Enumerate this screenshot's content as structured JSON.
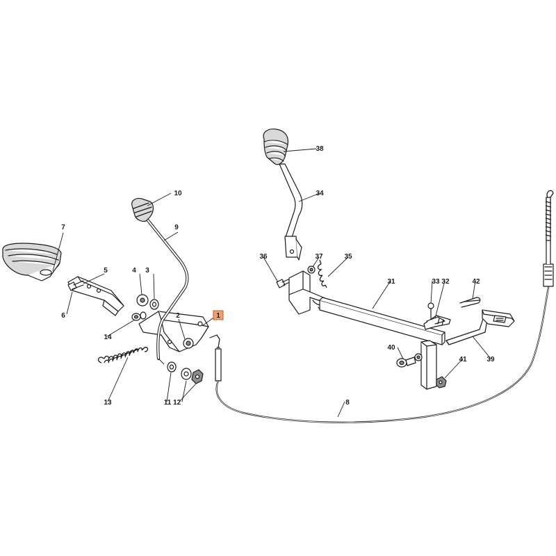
{
  "callouts": [
    {
      "id": "c1",
      "label": "1",
      "highlight": true
    },
    {
      "id": "c2",
      "label": "2"
    },
    {
      "id": "c3",
      "label": "3"
    },
    {
      "id": "c4",
      "label": "4"
    },
    {
      "id": "c5",
      "label": "5"
    },
    {
      "id": "c6",
      "label": "6"
    },
    {
      "id": "c7",
      "label": "7"
    },
    {
      "id": "c8",
      "label": "8"
    },
    {
      "id": "c9",
      "label": "9"
    },
    {
      "id": "c10",
      "label": "10"
    },
    {
      "id": "c1112",
      "label": "11 12"
    },
    {
      "id": "c13",
      "label": "13"
    },
    {
      "id": "c14",
      "label": "14"
    },
    {
      "id": "c31",
      "label": "31"
    },
    {
      "id": "c3332",
      "label": "33 32"
    },
    {
      "id": "c34",
      "label": "34"
    },
    {
      "id": "c35",
      "label": "35"
    },
    {
      "id": "c36",
      "label": "36"
    },
    {
      "id": "c37",
      "label": "37"
    },
    {
      "id": "c38",
      "label": "38"
    },
    {
      "id": "c39",
      "label": "39"
    },
    {
      "id": "c40",
      "label": "40"
    },
    {
      "id": "c41",
      "label": "41"
    },
    {
      "id": "c42",
      "label": "42"
    }
  ],
  "colors": {
    "highlight": "#f0a070",
    "line": "#1a1a1a"
  }
}
